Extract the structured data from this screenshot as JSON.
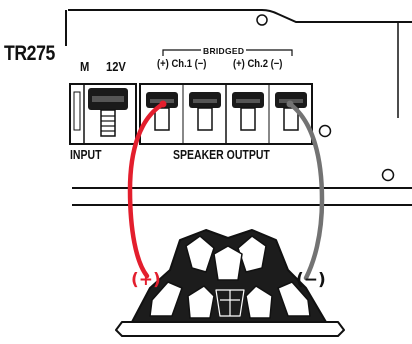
{
  "model": "TR275",
  "terminal_labels": {
    "left": "M",
    "right": "12V"
  },
  "bridged_label": "BRIDGED",
  "channel_labels": [
    "(+) Ch.1 (−)",
    "(+) Ch.2 (−)"
  ],
  "section_labels": {
    "input": "INPUT",
    "output": "SPEAKER OUTPUT"
  },
  "polarity_labels": {
    "positive": "(+)",
    "negative": "(−)"
  },
  "colors": {
    "positive_wire": "#e31e2d",
    "negative_wire": "#737373",
    "outline": "#111111",
    "background": "#ffffff"
  }
}
